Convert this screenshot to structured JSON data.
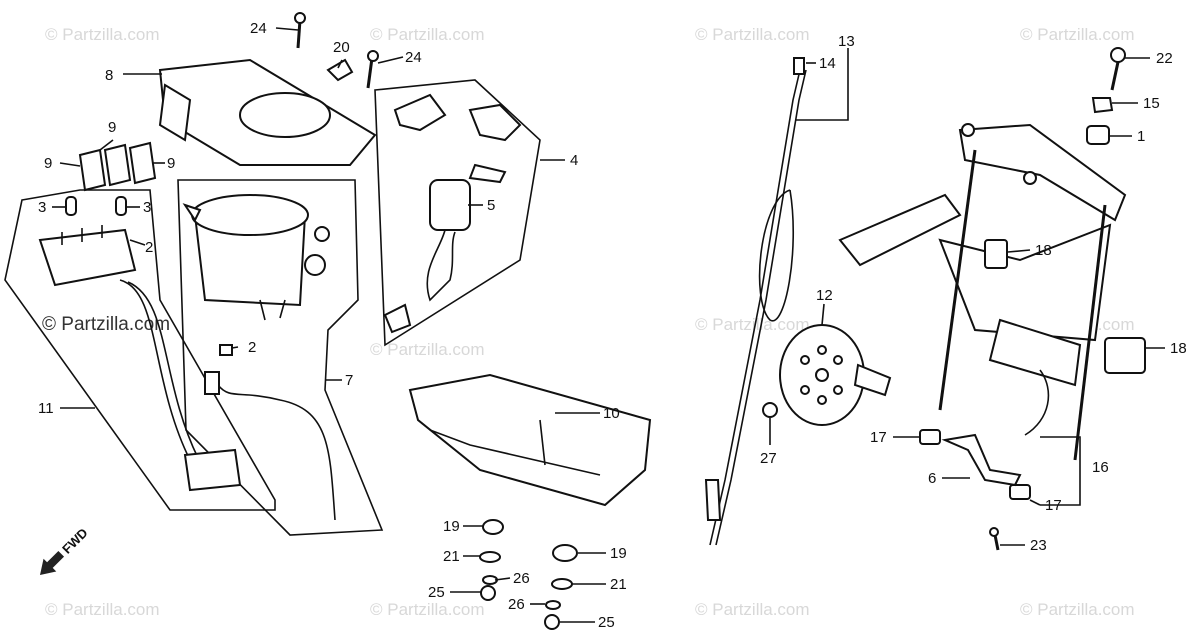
{
  "watermark": {
    "text": "© Partzilla.com",
    "prominent_text": "© Partzilla.com"
  },
  "fwd_marker": "FWD",
  "callouts": {
    "c1": "1",
    "c2a": "2",
    "c2b": "2",
    "c3a": "3",
    "c3b": "3",
    "c4": "4",
    "c5": "5",
    "c6": "6",
    "c7": "7",
    "c8": "8",
    "c9a": "9",
    "c9b": "9",
    "c9c": "9",
    "c10": "10",
    "c11": "11",
    "c12": "12",
    "c13": "13",
    "c14": "14",
    "c15": "15",
    "c16": "16",
    "c17a": "17",
    "c17b": "17",
    "c18a": "18",
    "c18b": "18",
    "c19a": "19",
    "c19b": "19",
    "c20": "20",
    "c21a": "21",
    "c21b": "21",
    "c22": "22",
    "c23": "23",
    "c24a": "24",
    "c24b": "24",
    "c25a": "25",
    "c25b": "25",
    "c26a": "26",
    "c26b": "26",
    "c27": "27"
  }
}
